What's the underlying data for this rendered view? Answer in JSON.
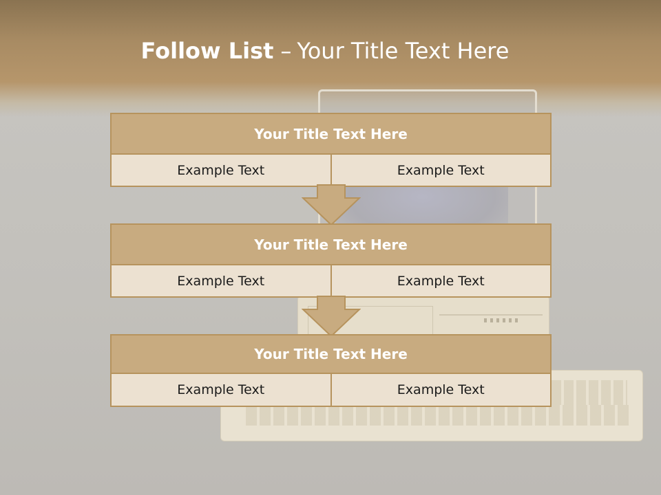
{
  "slide": {
    "title_bold": "Follow List",
    "title_sep": "–",
    "title_rest": "Your Title Text Here"
  },
  "list": [
    {
      "title": "Your Title Text Here",
      "left": "Example Text",
      "right": "Example Text"
    },
    {
      "title": "Your Title Text Here",
      "left": "Example Text",
      "right": "Example Text"
    },
    {
      "title": "Your Title Text Here",
      "left": "Example Text",
      "right": "Example Text"
    }
  ],
  "colors": {
    "header_band": "#a88b63",
    "block_head": "#c8ab80",
    "block_border": "#b6935d",
    "cell_bg": "#ece1d1",
    "arrow_fill": "#c8ab80"
  },
  "icons": [
    "down-arrow-icon"
  ]
}
